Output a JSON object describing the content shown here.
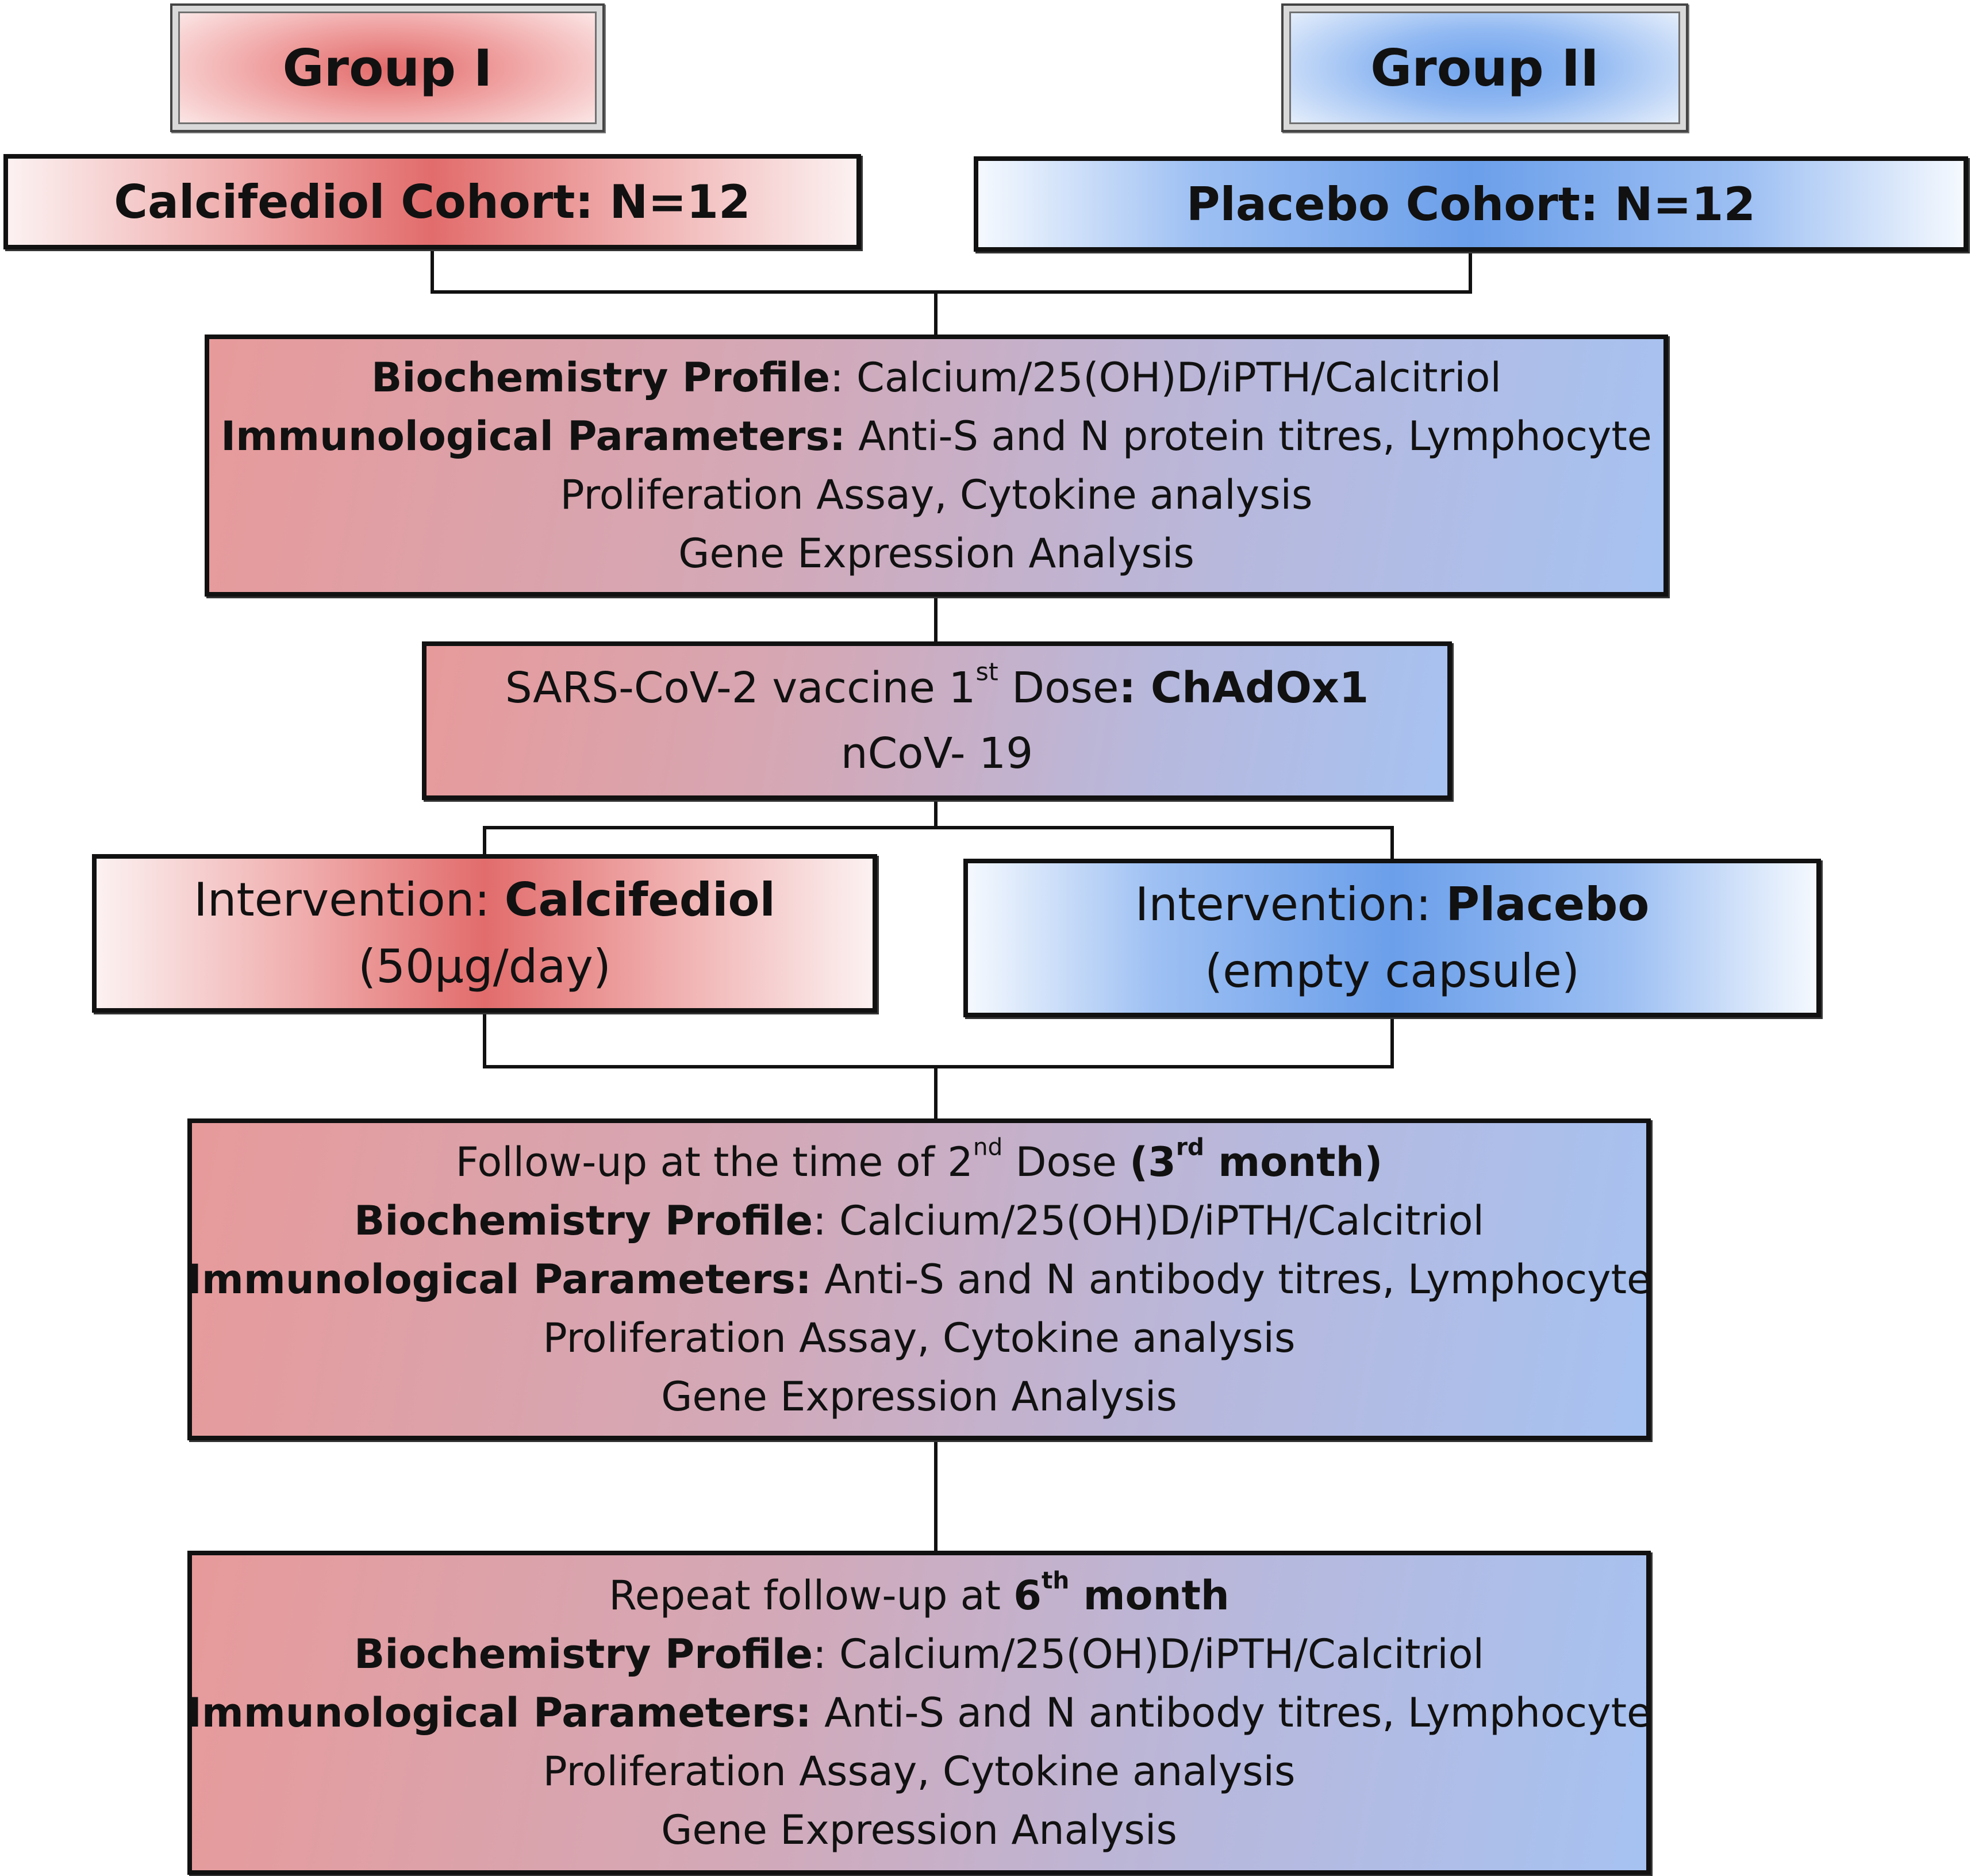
{
  "groups": [
    {
      "label": "Group I",
      "color": "#e26a6a"
    },
    {
      "label": "Group II",
      "color": "#6ea3ee"
    }
  ],
  "cohorts": [
    {
      "label": "Calcifediol Cohort: N=12"
    },
    {
      "label": "Placebo Cohort: N=12"
    }
  ],
  "baseline": {
    "biochem_label": "Biochemistry Profile",
    "biochem_value": ": Calcium/25(OH)D/iPTH/Calcitriol",
    "immuno_label": "Immunological Parameters:",
    "immuno_value": " Anti-S and N protein titres, Lymphocyte",
    "immuno_value_2": "Proliferation Assay, Cytokine analysis",
    "gene": "Gene Expression Analysis"
  },
  "vaccine": {
    "prefix": "SARS-CoV-2 vaccine 1",
    "sup": "st",
    "middle": " Dose",
    "bold": ": ChAdOx1",
    "line2": "nCoV- 19"
  },
  "interventions": [
    {
      "prefix": "Intervention: ",
      "bold": "Calcifediol",
      "detail": "(50µg/day)"
    },
    {
      "prefix": "Intervention: ",
      "bold": "Placebo",
      "detail": "(empty capsule)"
    }
  ],
  "followup_3": {
    "prefix": "Follow-up at the time of 2",
    "sup": "nd",
    "middle": " Dose ",
    "bold_a": "(3",
    "bold_sup": "rd",
    "bold_b": " month)",
    "biochem_label": "Biochemistry Profile",
    "biochem_value": ": Calcium/25(OH)D/iPTH/Calcitriol",
    "immuno_label": "Immunological Parameters:",
    "immuno_value": " Anti-S and N antibody titres, Lymphocyte",
    "immuno_value_2": "Proliferation Assay, Cytokine analysis",
    "gene": "Gene Expression Analysis"
  },
  "followup_6": {
    "prefix": "Repeat follow-up at ",
    "bold_a": "6",
    "bold_sup": "th",
    "bold_b": " month",
    "biochem_label": "Biochemistry Profile",
    "biochem_value": ": Calcium/25(OH)D/iPTH/Calcitriol",
    "immuno_label": "Immunological Parameters:",
    "immuno_value": " Anti-S and N antibody titres, Lymphocyte",
    "immuno_value_2": "Proliferation Assay, Cytokine analysis",
    "gene": "Gene Expression Analysis"
  },
  "colors": {
    "red": "#e26a6a",
    "blue": "#6b9fea",
    "border": "#111111"
  }
}
